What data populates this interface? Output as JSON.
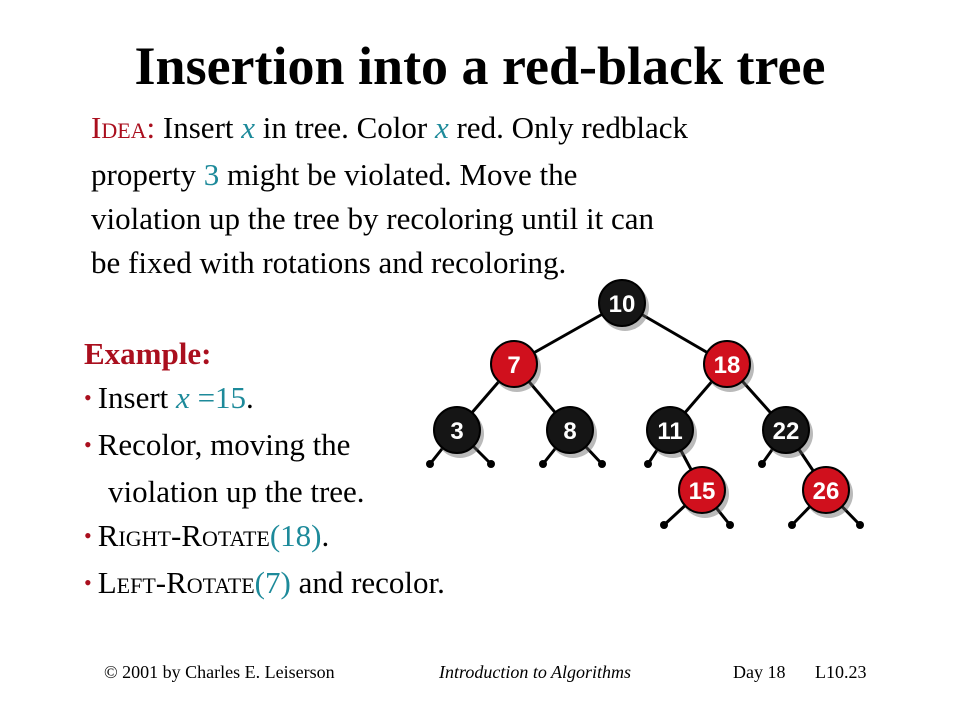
{
  "title": "Insertion into a red-black tree",
  "idea": {
    "label_first": "I",
    "label_rest": "DEA",
    "label_colon": ":",
    "line1_a": " Insert ",
    "x1": "x",
    "line1_b": " in tree. Color ",
    "x2": "x",
    "line1_c": " red. Only redblack",
    "line2_a": "property ",
    "prop_num": "3",
    "line2_b": " might be violated. Move the",
    "line3": "violation up the tree by recoloring until it can",
    "line4": "be fixed with rotations and recoloring."
  },
  "example": {
    "heading": "Example:",
    "bullet_glyph": "•",
    "b1_a": "Insert ",
    "b1_x": "x",
    "b1_val": " =15",
    "b1_end": ".",
    "b2_line1": "Recolor, moving the",
    "b2_line2": "violation up the tree.",
    "b3_first_r": "R",
    "b3_ight": "IGHT",
    "b3_dash": "-",
    "b3_second_r": "R",
    "b3_otate": "OTATE",
    "b3_arg": "(18)",
    "b3_end": ".",
    "b4_first_l": "L",
    "b4_eft": "EFT",
    "b4_dash": "-",
    "b4_second_r": "R",
    "b4_otate": "OTATE",
    "b4_arg": "(7)",
    "b4_end": " and recolor."
  },
  "tree": {
    "nodes": [
      {
        "key": "10",
        "color": "black"
      },
      {
        "key": "7",
        "color": "red"
      },
      {
        "key": "18",
        "color": "red"
      },
      {
        "key": "3",
        "color": "black"
      },
      {
        "key": "8",
        "color": "black"
      },
      {
        "key": "11",
        "color": "black"
      },
      {
        "key": "22",
        "color": "black"
      },
      {
        "key": "15",
        "color": "red"
      },
      {
        "key": "26",
        "color": "red"
      }
    ]
  },
  "colors": {
    "red_node": "#d0101d",
    "black_node": "#151515",
    "accent_red": "#aa0f1e",
    "accent_teal": "#1d8a9a"
  },
  "footer": {
    "copyright": "© 2001 by Charles E. Leiserson",
    "course": "Introduction to Algorithms",
    "day": "Day  18",
    "slide": "L10.23"
  }
}
